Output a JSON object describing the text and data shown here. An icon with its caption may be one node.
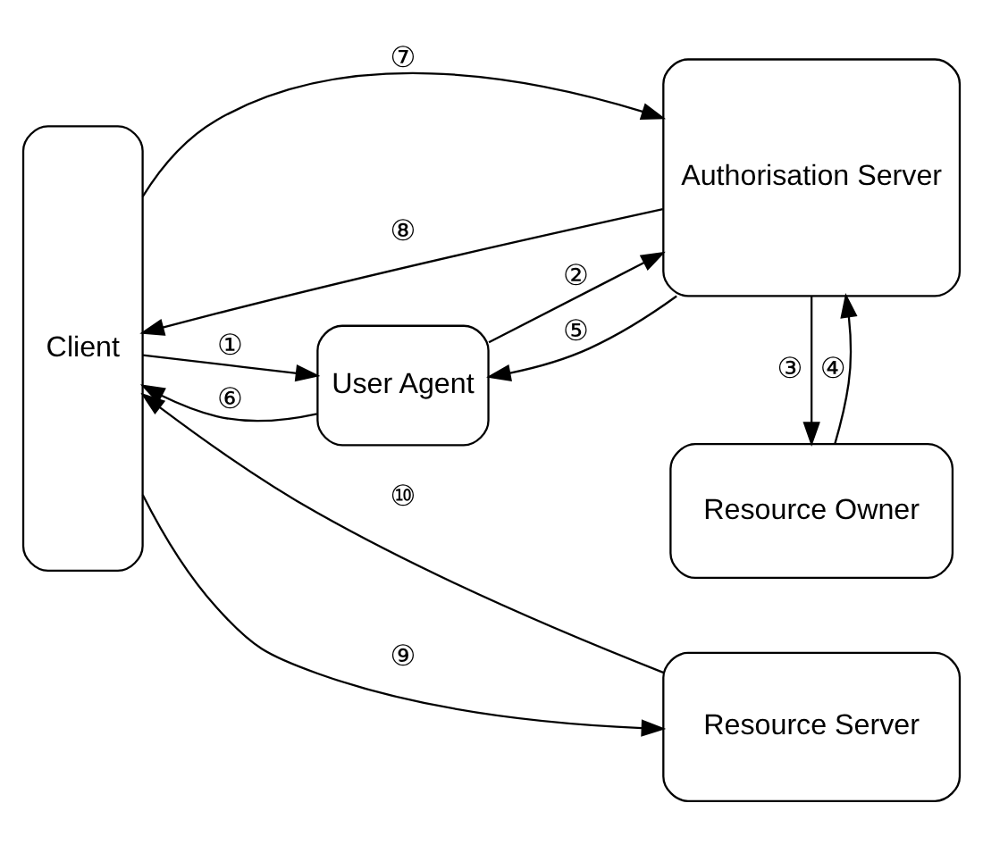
{
  "diagram": {
    "nodes": [
      {
        "text": [
          "Resource Owner"
        ]
      },
      {
        "text": [
          "Client"
        ]
      },
      {
        "text": [
          "User Agent"
        ]
      },
      {
        "text": [
          "Authorisation Server"
        ]
      },
      {
        "text": [
          "Resource Server"
        ]
      }
    ],
    "edges": [
      {
        "from": 1,
        "to": 2,
        "arrow": "to",
        "label": "①"
      },
      {
        "from": 2,
        "to": 3,
        "arrow": "to",
        "label": "②"
      },
      {
        "from": 3,
        "to": 0,
        "arrow": "to",
        "label": "③"
      },
      {
        "from": 0,
        "to": 3,
        "arrow": "to",
        "label": "④"
      },
      {
        "from": 3,
        "to": 2,
        "arrow": "to",
        "label": "⑤"
      },
      {
        "from": 2,
        "to": 1,
        "arrow": "to",
        "label": "⑥"
      },
      {
        "from": 1,
        "to": 3,
        "arrow": "to",
        "label": "⑦"
      },
      {
        "from": 3,
        "to": 1,
        "arrow": "to",
        "label": "⑧"
      },
      {
        "from": 1,
        "to": 4,
        "arrow": "to",
        "label": "⑨"
      },
      {
        "from": 4,
        "to": 1,
        "arrow": "to",
        "label": "⑩"
      }
    ]
  }
}
